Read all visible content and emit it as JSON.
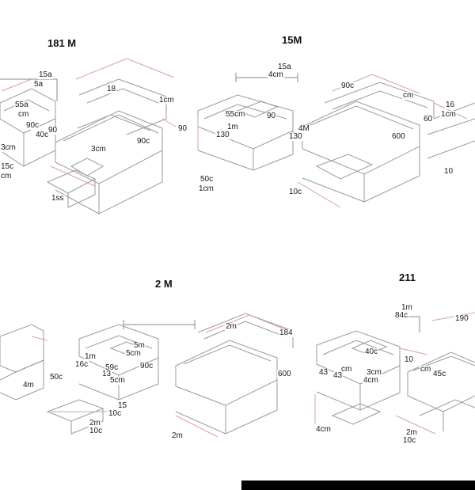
{
  "titles": [
    "181 M",
    "15M",
    "2 M",
    "211"
  ],
  "labels": {
    "p1": [
      "15a",
      "5a",
      "18",
      "55a",
      "cm",
      "90c",
      "90",
      "3cm",
      "40c",
      "15c",
      "cm",
      "3cm",
      "90c",
      "1cm",
      "1ss"
    ],
    "p2": [
      "15a",
      "4cm",
      "90c",
      "90",
      "55cm",
      "90",
      "1m",
      "130",
      "4M",
      "130",
      "50c",
      "1cm",
      "600",
      "10c",
      "cm",
      "60",
      "16",
      "1cm",
      "10"
    ],
    "p3": [
      "2m",
      "5m",
      "1m",
      "5cm",
      "90c",
      "16c",
      "50c",
      "59c",
      "13",
      "15",
      "5cm",
      "10c",
      "2m",
      "10c",
      "2m",
      "184",
      "600",
      "4m"
    ],
    "p4": [
      "1m",
      "84c",
      "190",
      "40c",
      "cm",
      "43",
      "3cm",
      "43",
      "4cm",
      "10",
      "cm",
      "45c",
      "4cm",
      "2m",
      "10c"
    ]
  },
  "colors": {
    "line": "#9a9a9a",
    "dim": "#d6a3a3",
    "text": "#1a1a1a"
  }
}
